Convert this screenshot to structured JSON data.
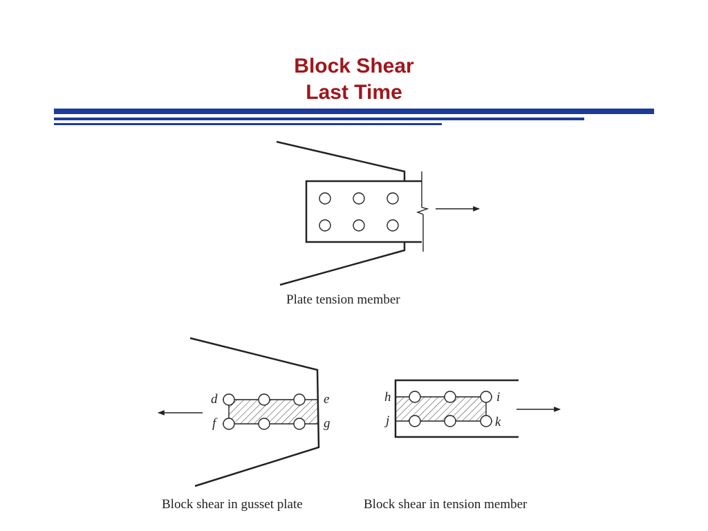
{
  "slide": {
    "title_line1": "Block Shear",
    "title_line2": "Last Time",
    "accent_color": "#a0161b",
    "rule_color": "#1b3b9b"
  },
  "diagram": {
    "top_caption": "Plate tension member",
    "gusset_caption": "Block shear in gusset plate",
    "tension_caption": "Block shear in tension member",
    "gusset_labels": {
      "d": "d",
      "e": "e",
      "f": "f",
      "g": "g"
    },
    "tension_labels": {
      "h": "h",
      "i": "i",
      "j": "j",
      "k": "k"
    }
  }
}
